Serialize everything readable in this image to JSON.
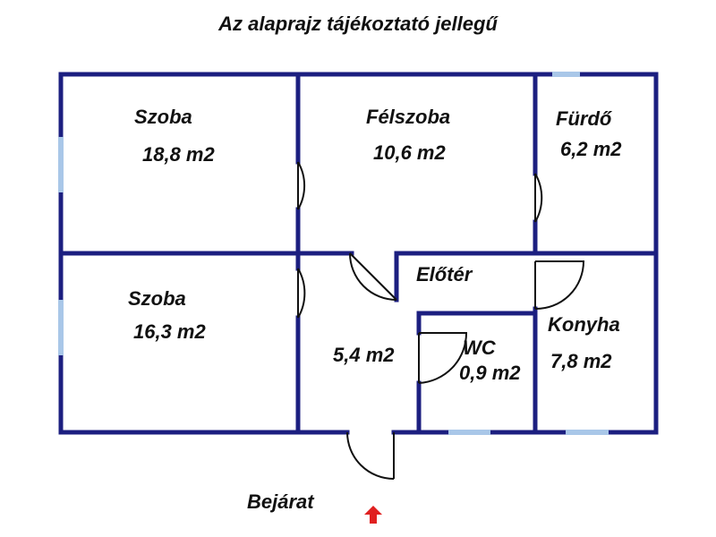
{
  "title": "Az alaprajz tájékoztató jellegű",
  "rooms": [
    {
      "name": "Szoba",
      "area": "18,8 m2"
    },
    {
      "name": "Félszoba",
      "area": "10,6 m2"
    },
    {
      "name": "Fürdő",
      "area": "6,2 m2"
    },
    {
      "name": "Szoba",
      "area": "16,3 m2"
    },
    {
      "name": "Előtér",
      "area": "5,4 m2"
    },
    {
      "name": "WC",
      "area": "0,9 m2"
    },
    {
      "name": "Konyha",
      "area": "7,8 m2"
    }
  ],
  "entrance": "Bejárat",
  "colors": {
    "wall": "#1c1f80",
    "window": "#a9c7e8",
    "arrow": "#e02020"
  }
}
